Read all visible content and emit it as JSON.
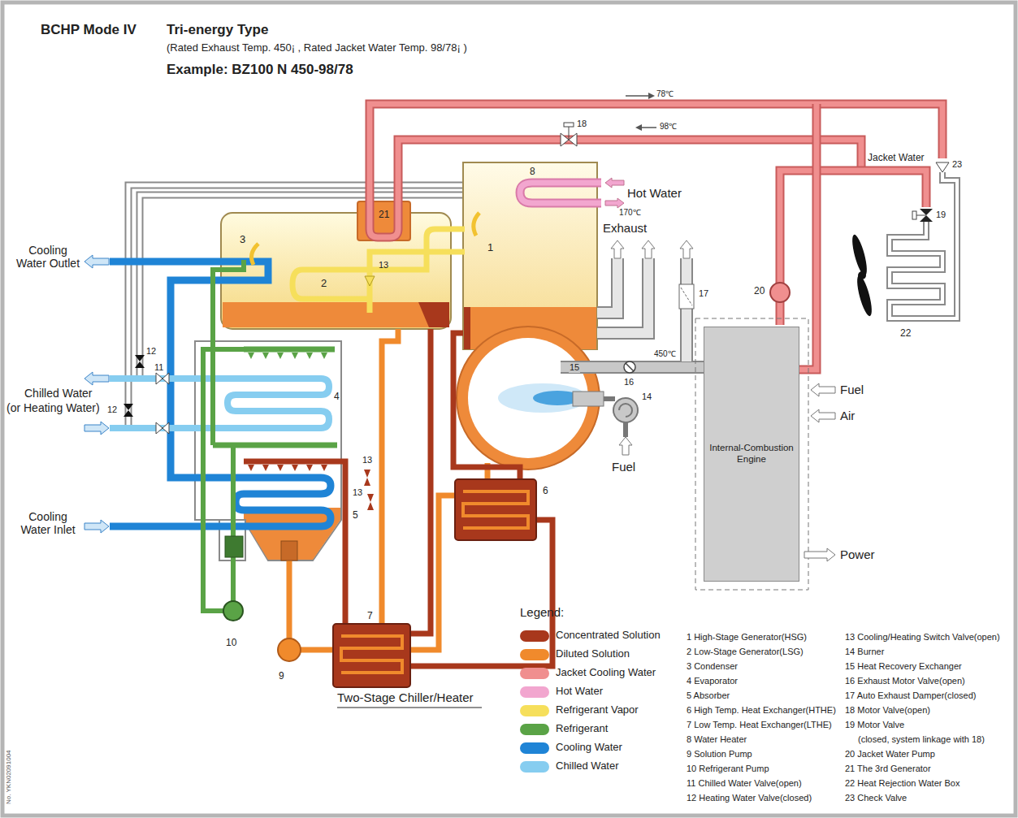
{
  "diagram": {
    "title": "BCHP Mode IV",
    "nodes": [
      {
        "text": [
          "Internal-Combustion Engine"
        ]
      }
    ],
    "labels": [
      "Tri-energy Type",
      "(Rated Exhaust Temp. 450¡ , Rated Jacket Water Temp. 98/78¡ )",
      "Example: BZ100 N 450-98/78",
      "78℃",
      "98℃",
      "18",
      "Jacket Water",
      "23",
      "Hot Water",
      "8",
      "21",
      "1",
      "170℃",
      "Exhaust",
      "17",
      "20",
      "19",
      "Cooling Water Outlet",
      "3",
      "2",
      "13",
      "15",
      "16",
      "450℃",
      "Fuel",
      "Air",
      "12",
      "11",
      "Chilled Water",
      "(or Heating Water)",
      "12",
      "4",
      "14",
      "Fuel",
      "22",
      "Power",
      "Cooling Water Inlet",
      "5",
      "6",
      "13",
      "13",
      "7",
      "10",
      "9",
      "Two-Stage Chiller/Heater",
      "Legend:",
      "1 High-Stage Generator(HSG)",
      "2 Low-Stage Generator(LSG)",
      "3 Condenser",
      "4 Evaporator",
      "5 Absorber",
      "6 High Temp. Heat Exchanger(HTHE)",
      "7 Low Temp. Heat Exchanger(LTHE)",
      "8 Water Heater",
      "9 Solution Pump",
      "10 Refrigerant Pump",
      "11 Chilled Water Valve(open)",
      "12 Heating Water Valve(closed)",
      "13 Cooling/Heating Switch Valve(open)",
      "14 Burner",
      "15 Heat Recovery Exchanger",
      "16 Exhaust Motor Valve(open)",
      "17 Auto Exhaust Damper(closed)",
      "18 Motor Valve(open)",
      "19 Motor Valve",
      "(closed, system linkage with 18)",
      "20 Jacket Water Pump",
      "21 The 3rd Generator",
      "22 Heat Rejection Water Box",
      "23 Check Valve",
      "No. YKN02091004"
    ],
    "legend": [
      {
        "text": "Concentrated Solution",
        "color": "#a8381c"
      },
      {
        "text": "Diluted Solution",
        "color": "#f08a2c"
      },
      {
        "text": "Jacket Cooling Water",
        "color": "#f08f8f"
      },
      {
        "text": "Hot Water",
        "color": "#f2a6cf"
      },
      {
        "text": "Refrigerant Vapor",
        "color": "#f6df5b"
      },
      {
        "text": "Refrigerant",
        "color": "#5aa346"
      },
      {
        "text": "Cooling Water",
        "color": "#1f84d6"
      },
      {
        "text": "Chilled Water",
        "color": "#86cdf0"
      }
    ]
  }
}
